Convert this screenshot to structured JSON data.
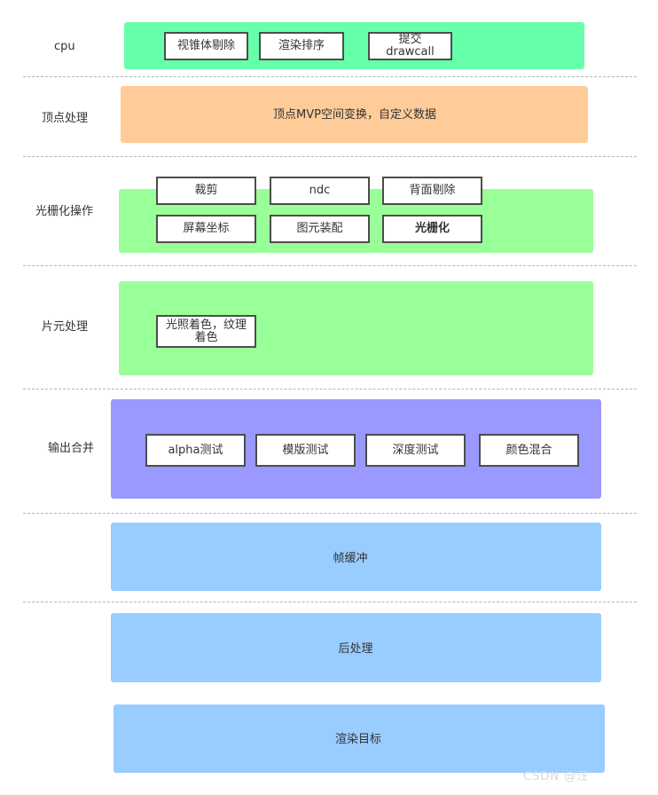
{
  "stages": {
    "cpu": "cpu",
    "vertex": "顶点处理",
    "raster": "光栅化操作",
    "fragment": "片元处理",
    "merge": "输出合并"
  },
  "colors": {
    "cpu_band": "#66ffaa",
    "vertex_band": "#ffcc99",
    "raster_band": "#99ff99",
    "fragment_band": "#99ff99",
    "merge_band": "#9999ff",
    "buffer_band": "#99ccff",
    "box_border": "#4d4d4d",
    "separator": "#b5b5b5"
  },
  "cpu": {
    "boxes": [
      "视锥体剔除",
      "渲染排序",
      "提交\ndrawcall"
    ]
  },
  "vertex": {
    "text": "顶点MVP空间变换，自定义数据"
  },
  "raster": {
    "boxes": [
      "裁剪",
      "ndc",
      "背面剔除",
      "屏幕坐标",
      "图元装配",
      "光栅化"
    ]
  },
  "fragment": {
    "boxes": [
      "光照着色，纹理\n着色"
    ]
  },
  "merge": {
    "boxes": [
      "alpha测试",
      "模版测试",
      "深度测试",
      "颜色混合"
    ]
  },
  "framebuffer": {
    "text": "帧缓冲"
  },
  "postprocess": {
    "text": "后处理"
  },
  "rendertarget": {
    "text": "渲染目标"
  },
  "watermark": "CSDN @汪"
}
